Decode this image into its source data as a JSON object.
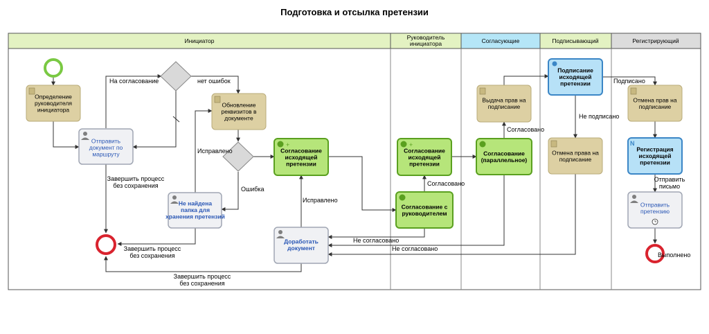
{
  "title": "Подготовка и отсылка претензии",
  "lanes": [
    {
      "id": "initiator",
      "label": "Инициатор",
      "color": "#e3f2c2"
    },
    {
      "id": "head",
      "label": "Руководитель инициатора",
      "color": "#e3f2c2"
    },
    {
      "id": "approvers",
      "label": "Согласующие",
      "color": "#b5e6f7"
    },
    {
      "id": "signer",
      "label": "Подписывающий",
      "color": "#e3f2c2"
    },
    {
      "id": "registrar",
      "label": "Регистрирующий",
      "color": "#dcdcdc"
    }
  ],
  "tasks": {
    "define_head": "Определение руководителя инициатора",
    "send_route": "Отправить документ по маршруту",
    "update_requisites": "Обновление реквизитов в документе",
    "folder_not_found": "Не найдена папка для хранения претензий",
    "approve_outgoing": "Согласование исходящей претензии",
    "rework": "Доработать документ",
    "head_approve_outgoing": "Согласование исходящей претензии",
    "head_approve": "Согласование с руководителем",
    "grant_sign_rights": "Выдача прав на подписание",
    "parallel_approve": "Согласование (параллельное)",
    "sign_outgoing": "Подписание исходящей претензии",
    "revoke_sign_rights_signer": "Отмена права на подписание",
    "revoke_sign_rights_reg": "Отмена прав на подписание",
    "register_outgoing": "Регистрация исходящей претензии",
    "send_claim": "Отправить претензию"
  },
  "edge_labels": {
    "to_approval": "На согласование",
    "no_errors": "нет ошибок",
    "finish_no_save_1": "Завершить процесс без сохранения",
    "finish_no_save_2": "Завершить процесс без сохранения",
    "finish_no_save_3": "Завершить процесс без сохранения",
    "fixed_1": "Исправлено",
    "error": "Ошибка",
    "fixed_2": "Исправлено",
    "approved_1": "Согласовано",
    "approved_2": "Согласовано",
    "not_approved_1": "Не согласовано",
    "not_approved_2": "Не согласовано",
    "signed": "Подписано",
    "not_signed": "Не подписано",
    "send_letter": "Отправить письмо",
    "done": "Выполнено"
  }
}
